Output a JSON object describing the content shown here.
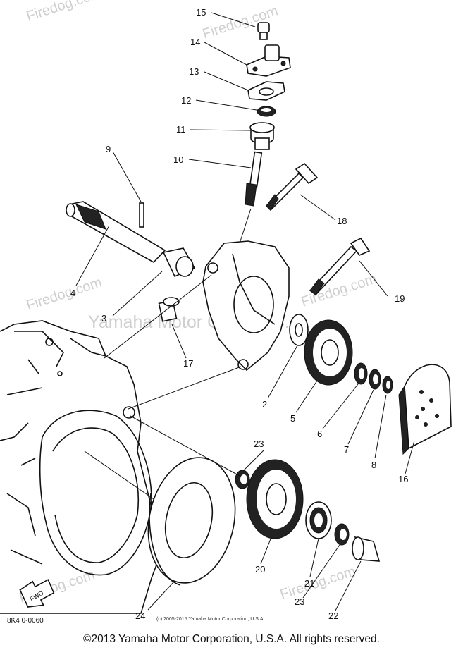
{
  "watermarks": {
    "tl": "Firedog.com",
    "tc": "Firedog.com",
    "ml": "Firedog.com",
    "mc": "Yamaha Motor Corp. U.S.A.",
    "mr": "Firedog.com",
    "bl": "Firedog.com",
    "br": "Firedog.com"
  },
  "callouts": [
    "15",
    "14",
    "13",
    "12",
    "11",
    "10",
    "9",
    "18",
    "4",
    "3",
    "19",
    "17",
    "2",
    "5",
    "6",
    "7",
    "8",
    "16",
    "23",
    "20",
    "21",
    "24",
    "23",
    "22"
  ],
  "diagram_code": "8K4 0-0060",
  "fwd_label": "FWD",
  "small_copyright": "(c) 2005-2015 Yamaha Motor Corporation, U.S.A.",
  "footer": "©2013 Yamaha Motor Corporation, U.S.A. All rights reserved."
}
